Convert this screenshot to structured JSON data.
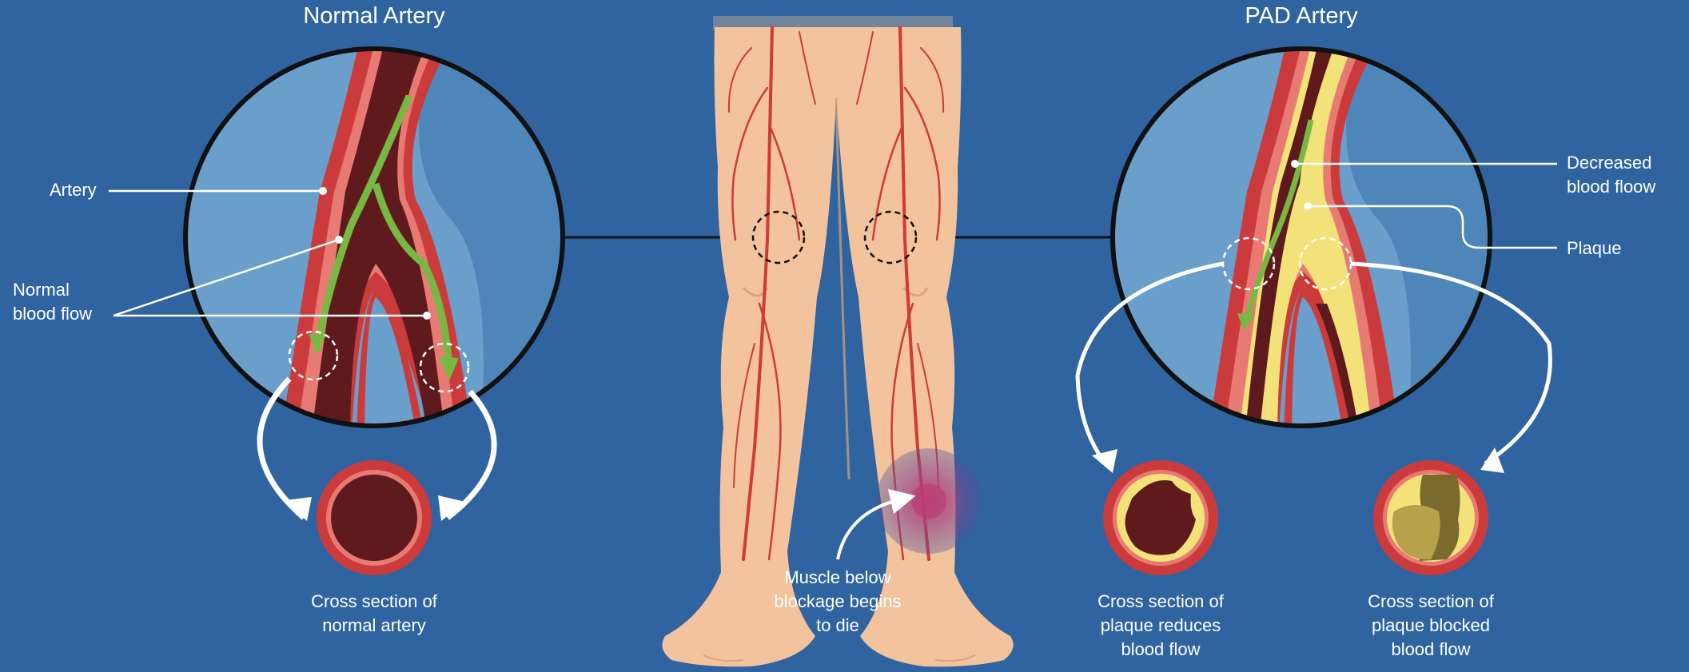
{
  "normal": {
    "title": "Normal Artery",
    "artery_label": "Artery",
    "flow_label": "Normal\nblood flow",
    "cross_section_label": "Cross section of\nnormal artery"
  },
  "pad": {
    "title": "PAD Artery",
    "decreased_label": "Decreased\nblood floow",
    "plaque_label": "Plaque",
    "reduced_label": "Cross section of\nplaque reduces\nblood flow",
    "blocked_label": "Cross section of\nplaque blocked\nblood flow"
  },
  "legs": {
    "muscle_label": "Muscle below\nblockage begins\nto die"
  },
  "colors": {
    "background": "#2f64a0",
    "lens_fill": "#6a9fcb",
    "artery_red": "#cc3b3c",
    "blood_dark": "#5e1a1c",
    "plaque_yellow": "#f3e27a",
    "flow_green": "#77b843",
    "skin": "#f2c39c"
  }
}
